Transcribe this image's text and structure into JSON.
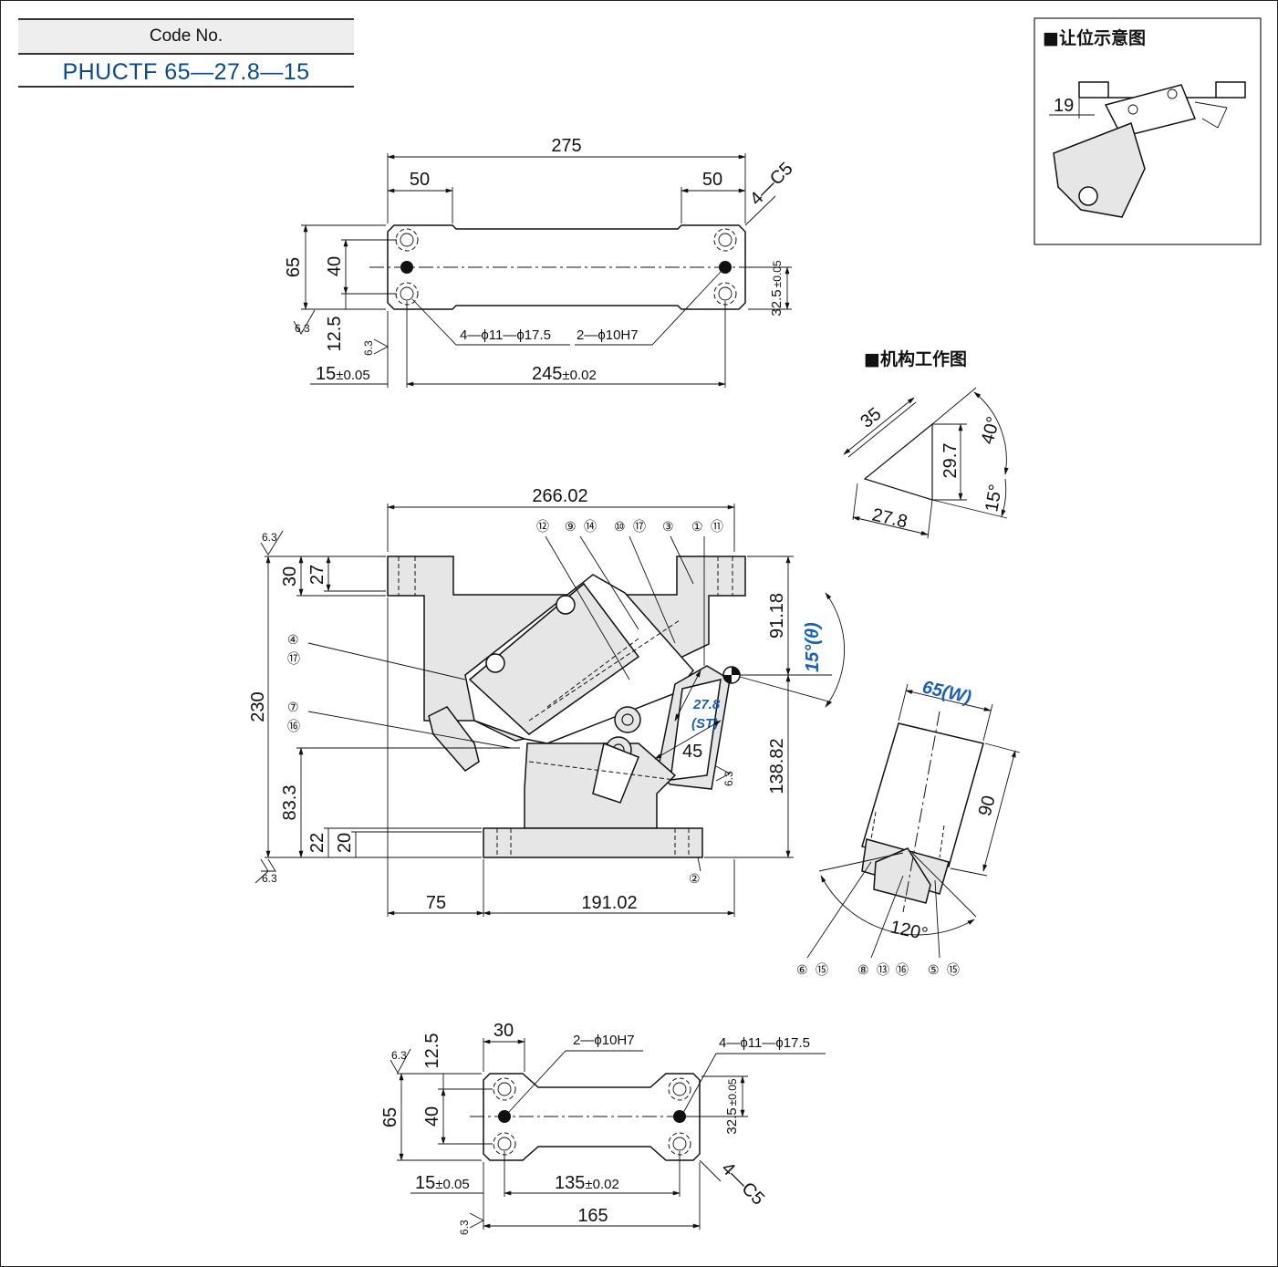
{
  "code_box": {
    "label": "Code No.",
    "value": "PHUCTF 65—27.8—15"
  },
  "clearance_title": "■让位示意图",
  "mechanism_title": "■机构工作图",
  "top_view": {
    "overall": "275",
    "left_end": "50",
    "right_end": "50",
    "chamfer": "4—C5",
    "height": "65",
    "hole_pitch": "40",
    "edge": "12.5",
    "center_offset": "32.5",
    "center_offset_tol": "±0.05",
    "holes": "4—ϕ11—ϕ17.5",
    "pins": "2—ϕ10H7",
    "left_offset": "15",
    "left_offset_tol": "±0.05",
    "pin_pitch": "245",
    "pin_pitch_tol": "±0.02",
    "roughness": "6.3"
  },
  "front_view": {
    "width": "266.02",
    "height": "230",
    "top_thk": "30",
    "top_thk2": "27",
    "upper": "91.18",
    "lower": "138.82",
    "angle": "15°",
    "angle_var": "(θ)",
    "stroke": "27.8",
    "stroke_var": "(ST)",
    "dim45": "45",
    "dim83": "83.3",
    "dim22": "22",
    "dim20": "20",
    "left": "75",
    "right": "191.02",
    "roughness": "6.3",
    "callouts": [
      {
        "nums": [
          "⑫"
        ]
      },
      {
        "nums": [
          "⑨",
          "⑭"
        ]
      },
      {
        "nums": [
          "⑩",
          "⑰"
        ]
      },
      {
        "nums": [
          "③"
        ]
      },
      {
        "nums": [
          "①",
          "⑪"
        ]
      },
      {
        "nums": [
          "④",
          "⑰"
        ]
      },
      {
        "nums": [
          "⑦",
          "⑯"
        ]
      },
      {
        "nums": [
          "②"
        ]
      }
    ]
  },
  "mechanism": {
    "slide": "35",
    "vertical": "29.7",
    "stroke": "27.8",
    "angle_big": "40°",
    "angle_small": "15°"
  },
  "side_view": {
    "width": "65",
    "width_var": "(W)",
    "height": "90",
    "angle": "120°",
    "callouts": [
      {
        "nums": [
          "⑥",
          "⑮"
        ]
      },
      {
        "nums": [
          "⑧",
          "⑬",
          "⑯"
        ]
      },
      {
        "nums": [
          "⑤",
          "⑮"
        ]
      }
    ]
  },
  "clearance": {
    "dim": "19"
  },
  "bottom_view": {
    "end": "30",
    "edge": "12.5",
    "height": "65",
    "hole_pitch": "40",
    "pins": "2—ϕ10H7",
    "holes": "4—ϕ11—ϕ17.5",
    "center_offset": "32.5",
    "center_offset_tol": "±0.05",
    "left_offset": "15",
    "left_offset_tol": "±0.05",
    "pin_pitch": "135",
    "pin_pitch_tol": "±0.02",
    "overall": "165",
    "chamfer": "4—C5",
    "roughness": "6.3"
  }
}
